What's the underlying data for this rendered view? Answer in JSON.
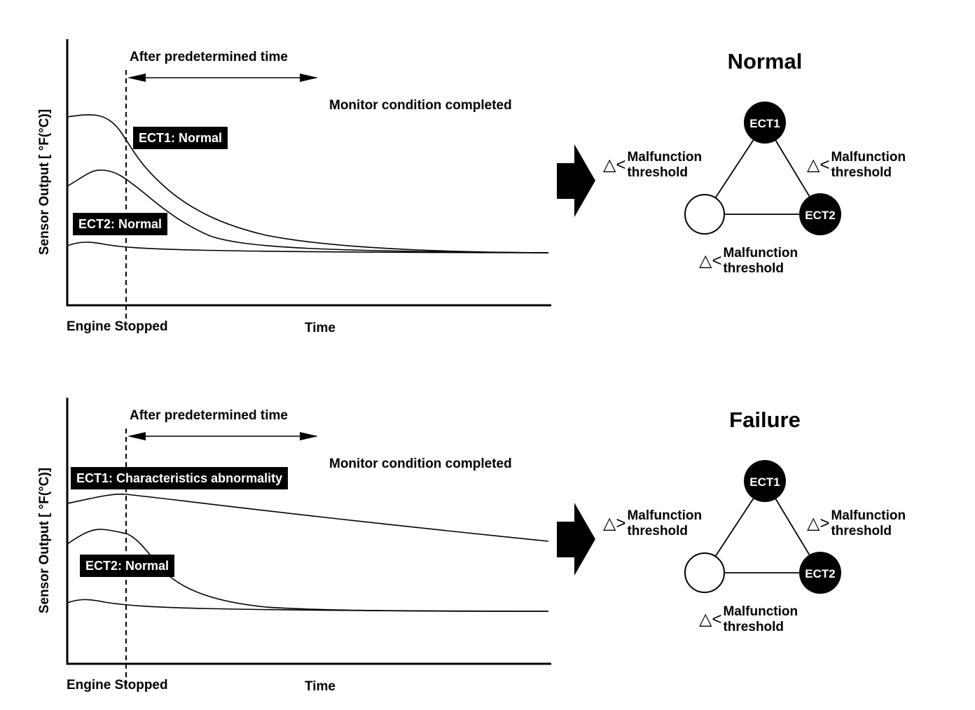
{
  "panels": [
    {
      "heading": "Normal",
      "y_label": "Sensor Output [ °F(°C)]",
      "after_label": "After predetermined time",
      "monitor_label": "Monitor condition completed",
      "x_start_label": "Engine Stopped",
      "x_label": "Time",
      "ect1_box": "ECT1: Normal",
      "ect2_box": "ECT2: Normal",
      "node_ect1": "ECT1",
      "node_ect2": "ECT2",
      "cond_left": {
        "symbol": "△<",
        "line1": "Malfunction",
        "line2": "threshold"
      },
      "cond_right": {
        "symbol": "△<",
        "line1": "Malfunction",
        "line2": "threshold"
      },
      "cond_bottom": {
        "symbol": "△<",
        "line1": "Malfunction",
        "line2": "threshold"
      }
    },
    {
      "heading": "Failure",
      "y_label": "Sensor Output [ °F(°C)]",
      "after_label": "After predetermined time",
      "monitor_label": "Monitor condition completed",
      "x_start_label": "Engine Stopped",
      "x_label": "Time",
      "ect1_box": "ECT1: Characteristics abnormality",
      "ect2_box": "ECT2: Normal",
      "node_ect1": "ECT1",
      "node_ect2": "ECT2",
      "cond_left": {
        "symbol": "△>",
        "line1": "Malfunction",
        "line2": "threshold"
      },
      "cond_right": {
        "symbol": "△>",
        "line1": "Malfunction",
        "line2": "threshold"
      },
      "cond_bottom": {
        "symbol": "△<",
        "line1": "Malfunction",
        "line2": "threshold"
      }
    }
  ],
  "colors": {
    "ink": "#000000",
    "label_box": "#000000",
    "label_text": "#ffffff",
    "background": "#ffffff"
  },
  "icons": {
    "transition_arrow": "block-right-arrow",
    "node_empty": "empty-circle-node",
    "node_filled": "filled-circle-node"
  }
}
